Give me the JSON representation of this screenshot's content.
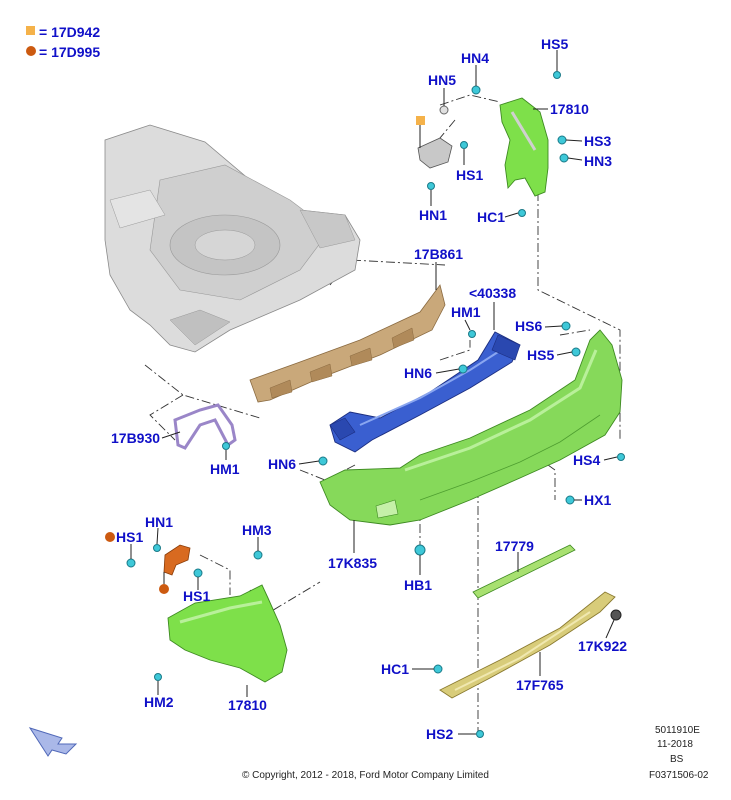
{
  "legend": [
    {
      "symbol": "square",
      "color": "#f5b24a",
      "text": "= 17D942"
    },
    {
      "symbol": "circle",
      "color": "#cc5a10",
      "text": "= 17D995"
    }
  ],
  "labels": {
    "hn4": "HN4",
    "hs5_top": "HS5",
    "hn5": "HN5",
    "p17810_top": "17810",
    "hs3": "HS3",
    "hn3": "HN3",
    "hs1_top": "HS1",
    "hn1_top": "HN1",
    "hc1_top": "HC1",
    "p17b861": "17B861",
    "p40338": "<40338",
    "hm1_top": "HM1",
    "hs6": "HS6",
    "hs5_mid": "HS5",
    "hn6_mid": "HN6",
    "p17b930": "17B930",
    "hm1_bot": "HM1",
    "hn6_low": "HN6",
    "hs4": "HS4",
    "hx1": "HX1",
    "hs1_left": "HS1",
    "hn1_left": "HN1",
    "hm3": "HM3",
    "p17k835": "17K835",
    "p17779": "17779",
    "hb1": "HB1",
    "hs1_low": "HS1",
    "p17k922": "17K922",
    "hc1_bot": "HC1",
    "p17f765": "17F765",
    "hm2": "HM2",
    "p17810_bot": "17810",
    "hs2": "HS2"
  },
  "colors": {
    "label": "#1010c8",
    "panel_green": "#7ee04a",
    "reinforcement_blue": "#3a5fd0",
    "absorber_tan": "#c9a87a",
    "fastener_cyan": "#3ec8d8",
    "body_gray": "#d8d8d8",
    "bracket_purple": "#9a86c8",
    "bracket_orange": "#d86a20",
    "strip_yellow": "#d8cc7a"
  },
  "footer": {
    "copyright": "© Copyright, 2012 - 2018, Ford Motor Company Limited",
    "code1": "5011910E",
    "code2": "11-2018",
    "code3": "BS",
    "code4": "F0371506-02"
  },
  "icons": {
    "direction_arrow": "front-direction-arrow-icon"
  }
}
